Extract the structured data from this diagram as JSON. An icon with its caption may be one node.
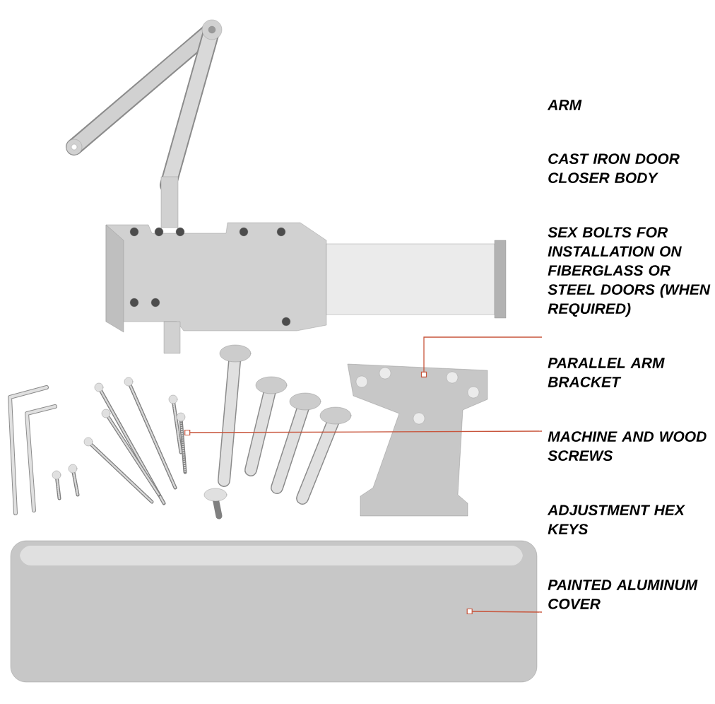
{
  "diagram": {
    "nodes": [
      {
        "text": [
          "PARALLEL ARM BRACKET"
        ]
      },
      {
        "text": [],
        "shape": "picture"
      },
      {
        "text": [
          "MACHINE AND WOOD SCREWS"
        ]
      },
      {
        "text": [],
        "shape": "picture"
      },
      {
        "text": [
          "PAINTED ALUMINUM COVER"
        ]
      },
      {
        "text": [],
        "shape": "picture"
      }
    ],
    "edges": [
      {
        "from": 0,
        "to": 1,
        "arrow": "other"
      },
      {
        "from": 2,
        "to": 3,
        "arrow": "other"
      },
      {
        "from": 4,
        "to": 5,
        "arrow": "other"
      }
    ],
    "labels": [
      "ARM",
      "CAST IRON DOOR CLOSER BODY",
      "SEX BOLTS FOR INSTALLATION ON FIBERGLASS OR STEEL DOORS (WHEN REQUIRED)",
      "ADJUSTMENT HEX KEYS"
    ]
  }
}
